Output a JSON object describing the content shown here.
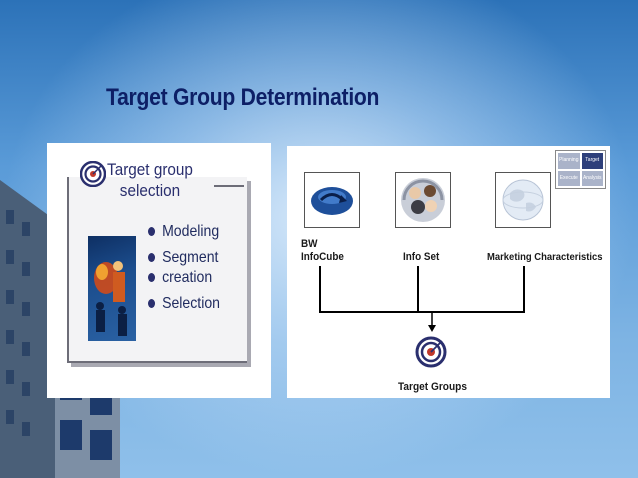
{
  "slide": {
    "title": "Target Group Determination"
  },
  "left_card": {
    "heading_line1": "Target group",
    "heading_line2": "selection",
    "bullets": [
      "Modeling",
      "Segment",
      "creation",
      "Selection"
    ]
  },
  "right_diagram": {
    "sources": [
      {
        "label_line1": "BW",
        "label_line2": "InfoCube",
        "icon": "globe-arrow-icon"
      },
      {
        "label_line1": "Info Set",
        "icon": "people-group-icon"
      },
      {
        "label_line1": "Marketing Characteristics",
        "icon": "world-globe-icon"
      }
    ],
    "target": {
      "label": "Target Groups",
      "icon": "target-icon"
    },
    "mini_table": [
      "Planning",
      "Target",
      "Execute",
      "Analysis"
    ]
  },
  "colors": {
    "title": "#0d1f66",
    "mini_table_active": "#2e3f7a",
    "mini_table_inactive": "#aab3c9",
    "connector": "#000000"
  }
}
